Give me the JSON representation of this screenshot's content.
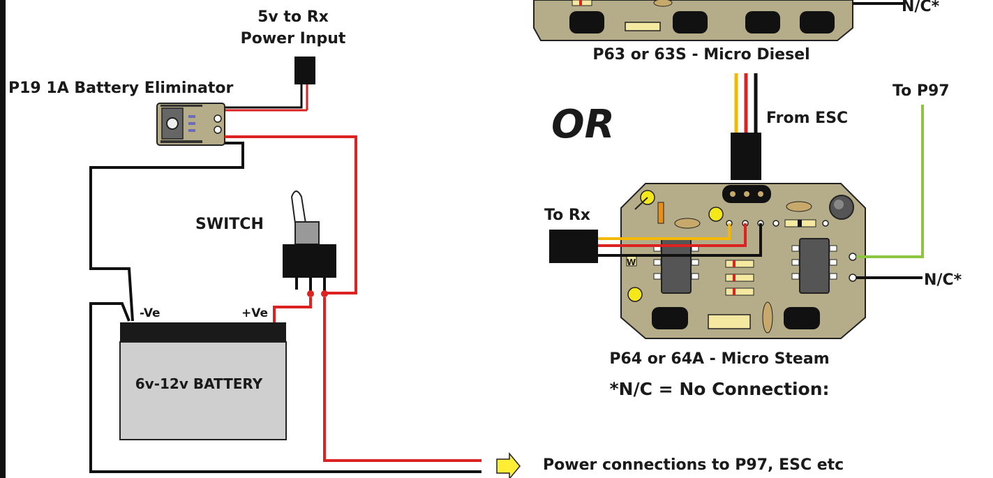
{
  "labels": {
    "rx_power": "5v to Rx",
    "rx_power_2": "Power Input",
    "battery_eliminator": "P19 1A Battery Eliminator",
    "switch": "SWITCH",
    "neg": "-Ve",
    "pos": "+Ve",
    "battery": "6v-12v BATTERY",
    "power_connections": "Power connections to P97, ESC etc",
    "diesel_board": "P63 or 63S - Micro Diesel",
    "or": "OR",
    "from_esc": "From ESC",
    "to_p97": "To P97",
    "to_rx": "To Rx",
    "nc_top": "N/C*",
    "nc_right": "N/C*",
    "w_mark": "W",
    "steam_board": "P64 or 64A - Micro Steam",
    "nc_note": "*N/C = No Connection:"
  },
  "colors": {
    "wire_black": "#111111",
    "wire_red": "#dd2222",
    "wire_yellow": "#f5b800",
    "wire_green": "#8cc63f",
    "pcb": "#b5ad8a",
    "battery_body": "#cfcfcf",
    "battery_top": "#1a1a1a",
    "arrow": "#ffee33"
  }
}
